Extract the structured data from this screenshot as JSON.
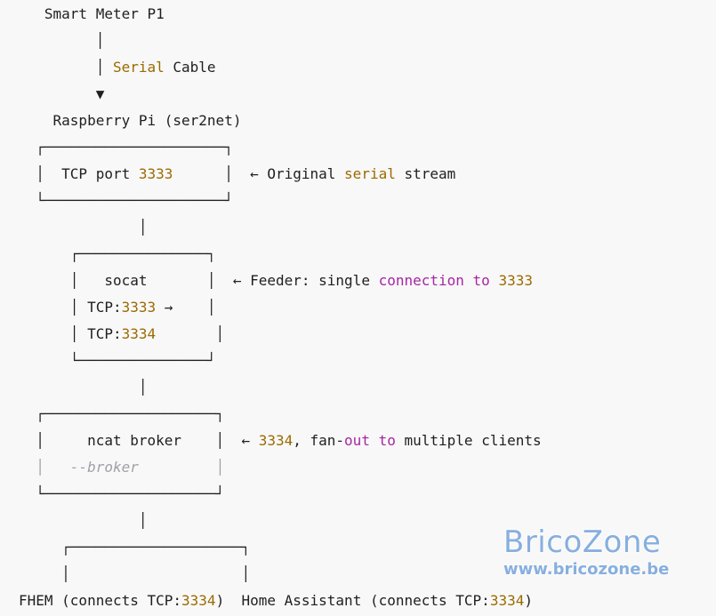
{
  "code_block": {
    "lines": [
      [
        {
          "t": "   Smart Meter P1",
          "c": "plain"
        }
      ],
      [
        {
          "t": "         │",
          "c": "plain"
        }
      ],
      [
        {
          "t": "         │ ",
          "c": "plain"
        },
        {
          "t": "Serial",
          "c": "num"
        },
        {
          "t": " Cable",
          "c": "plain"
        }
      ],
      [
        {
          "t": "         ▼",
          "c": "plain"
        }
      ],
      [
        {
          "t": "    Raspberry Pi (ser2net)",
          "c": "plain"
        }
      ],
      [
        {
          "t": "  ┌─────────────────────┐",
          "c": "plain"
        }
      ],
      [
        {
          "t": "  │  TCP port ",
          "c": "plain"
        },
        {
          "t": "3333",
          "c": "num"
        },
        {
          "t": "      │  ← Original ",
          "c": "plain"
        },
        {
          "t": "serial",
          "c": "num"
        },
        {
          "t": " stream",
          "c": "plain"
        }
      ],
      [
        {
          "t": "  └─────────────────────┘",
          "c": "plain"
        }
      ],
      [
        {
          "t": "              │",
          "c": "plain"
        }
      ],
      [
        {
          "t": "      ┌───────────────┐",
          "c": "plain"
        }
      ],
      [
        {
          "t": "      │   socat       │  ← Feeder: single ",
          "c": "plain"
        },
        {
          "t": "connection to",
          "c": "kw"
        },
        {
          "t": " ",
          "c": "plain"
        },
        {
          "t": "3333",
          "c": "num"
        }
      ],
      [
        {
          "t": "      │ TCP:",
          "c": "plain"
        },
        {
          "t": "3333",
          "c": "num"
        },
        {
          "t": " →    │",
          "c": "plain"
        }
      ],
      [
        {
          "t": "      │ TCP:",
          "c": "plain"
        },
        {
          "t": "3334",
          "c": "num"
        },
        {
          "t": "       │",
          "c": "plain"
        }
      ],
      [
        {
          "t": "      └───────────────┘",
          "c": "plain"
        }
      ],
      [
        {
          "t": "              │",
          "c": "plain"
        }
      ],
      [
        {
          "t": "  ┌────────────────────┐",
          "c": "plain"
        }
      ],
      [
        {
          "t": "  │     ncat broker    │  ← ",
          "c": "plain"
        },
        {
          "t": "3334",
          "c": "num"
        },
        {
          "t": ", fan-",
          "c": "plain"
        },
        {
          "t": "out",
          "c": "kw"
        },
        {
          "t": " ",
          "c": "plain"
        },
        {
          "t": "to",
          "c": "kw"
        },
        {
          "t": " multiple clients",
          "c": "plain"
        }
      ],
      [
        {
          "t": "  │",
          "c": "dim"
        },
        {
          "t": "   --broker",
          "c": "cm"
        },
        {
          "t": "         │",
          "c": "dim"
        }
      ],
      [
        {
          "t": "  └────────────────────┘",
          "c": "plain"
        }
      ],
      [
        {
          "t": "              │",
          "c": "plain"
        }
      ],
      [
        {
          "t": "     ┌────────────────────┐",
          "c": "plain"
        }
      ],
      [
        {
          "t": "     │                    │",
          "c": "plain"
        }
      ],
      [
        {
          "t": "FHEM (connects TCP:",
          "c": "plain"
        },
        {
          "t": "3334",
          "c": "num"
        },
        {
          "t": ")  Home Assistant (connects TCP:",
          "c": "plain"
        },
        {
          "t": "3334",
          "c": "num"
        },
        {
          "t": ")",
          "c": "plain"
        }
      ]
    ]
  },
  "watermark": {
    "title": "BricoZone",
    "url": "www.bricozone.be"
  }
}
